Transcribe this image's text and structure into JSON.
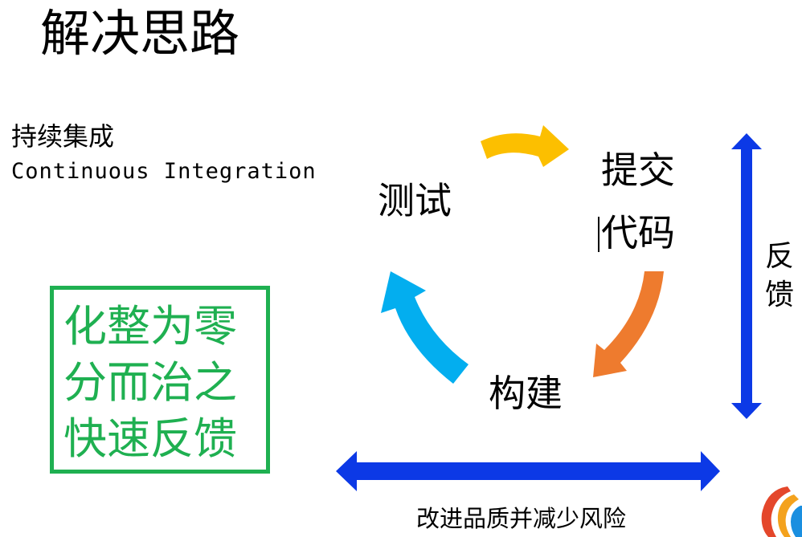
{
  "slide": {
    "title": "解决思路",
    "ci_chinese": "持续集成",
    "ci_english": "Continuous Integration"
  },
  "principles_box": {
    "lines": [
      "化整为零",
      "分而治之",
      "快速反馈"
    ],
    "color": "#1fb051"
  },
  "cycle": {
    "steps": {
      "test": "测试",
      "commit_line1": "提交",
      "commit_line2": "代码",
      "build": "构建"
    },
    "arrow_colors": {
      "test_to_commit": "#fcbf00",
      "commit_to_build": "#ee7b2e",
      "build_to_test": "#03aeef"
    }
  },
  "feedback_axis": {
    "label_char_1": "反",
    "label_char_2": "馈",
    "color": "#0c39e6"
  },
  "quality_axis": {
    "caption": "改进品质并减少风险",
    "color": "#0c39e6"
  },
  "logo": {
    "icon": "company-logo-icon",
    "colors": [
      "#e4472b",
      "#f4a21d",
      "#1a8fe0"
    ]
  }
}
